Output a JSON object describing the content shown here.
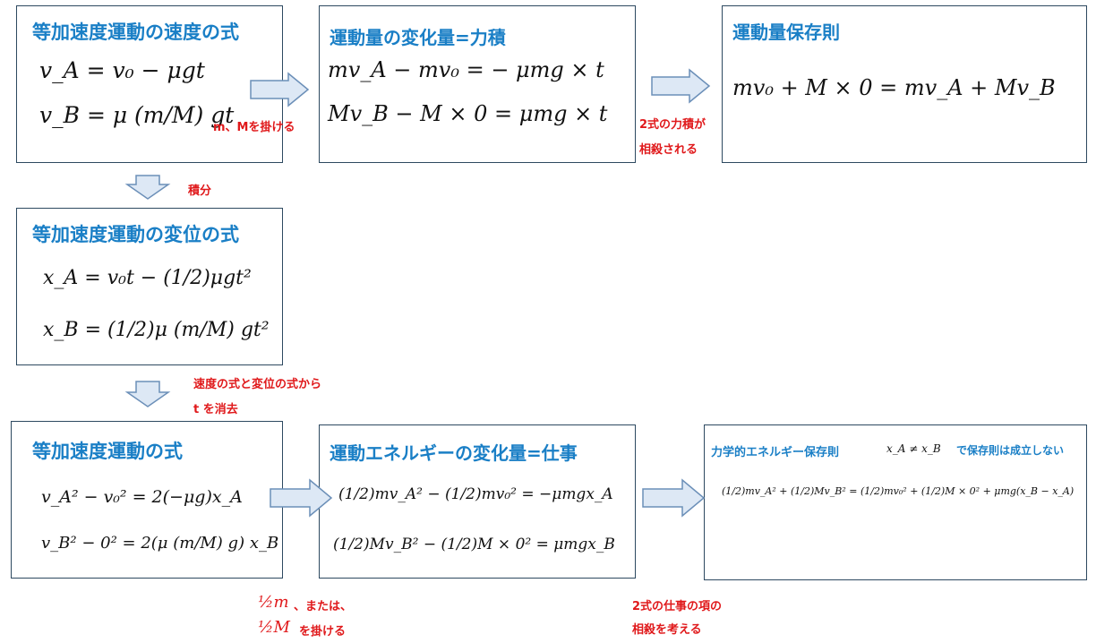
{
  "colors": {
    "title": "#1a7fc6",
    "border": "#2d4960",
    "annotation": "#e0191b",
    "arrow_fill": "#dde8f5",
    "arrow_stroke": "#6b8fb8"
  },
  "velocity": {
    "title": "等加速度運動の速度の式",
    "eq1": "v_A = v₀ − μgt",
    "eq2": "v_B = μ (m/M) gt"
  },
  "momentum_change": {
    "title": "運動量の変化量=力積",
    "eq1": "mv_A − mv₀ = − μmg × t",
    "eq2": "Mv_B − M × 0 = μmg × t"
  },
  "momentum_conservation": {
    "title": "運動量保存則",
    "eq1": "mv₀ + M × 0 = mv_A + Mv_B"
  },
  "displacement": {
    "title": "等加速度運動の変位の式",
    "eq1": "x_A = v₀t − (1/2)μgt²",
    "eq2": "x_B = (1/2)μ (m/M) gt²"
  },
  "motion_eq": {
    "title": "等加速度運動の式",
    "eq1": "v_A² − v₀² = 2(−μg)x_A",
    "eq2": "v_B² − 0² = 2(μ (m/M) g) x_B"
  },
  "kinetic_change": {
    "title": "運動エネルギーの変化量=仕事",
    "eq1": "(1/2)mv_A² − (1/2)mv₀² = −μmgx_A",
    "eq2": "(1/2)Mv_B² − (1/2)M × 0² = μmgx_B"
  },
  "mech_energy": {
    "title": "力学的エネルギー保存則",
    "title_suffix": "で保存則は成立しない",
    "condition": "x_A ≠ x_B",
    "eq1": "(1/2)mv_A² + (1/2)Mv_B² = (1/2)mv₀² + (1/2)M × 0² + μmg(x_B − x_A)"
  },
  "notes": {
    "multiply_mM": "m、Mを掛ける",
    "integrate": "積分",
    "impulse_cancel_1": "2式の力積が",
    "impulse_cancel_2": "相殺される",
    "eliminate_t_1": "速度の式と変位の式から",
    "eliminate_t_2": "t を消去",
    "half_m": "½m",
    "or": "、または、",
    "half_M": "½M",
    "multiply": "を掛ける",
    "work_cancel_1": "2式の仕事の項の",
    "work_cancel_2": "相殺を考える"
  }
}
